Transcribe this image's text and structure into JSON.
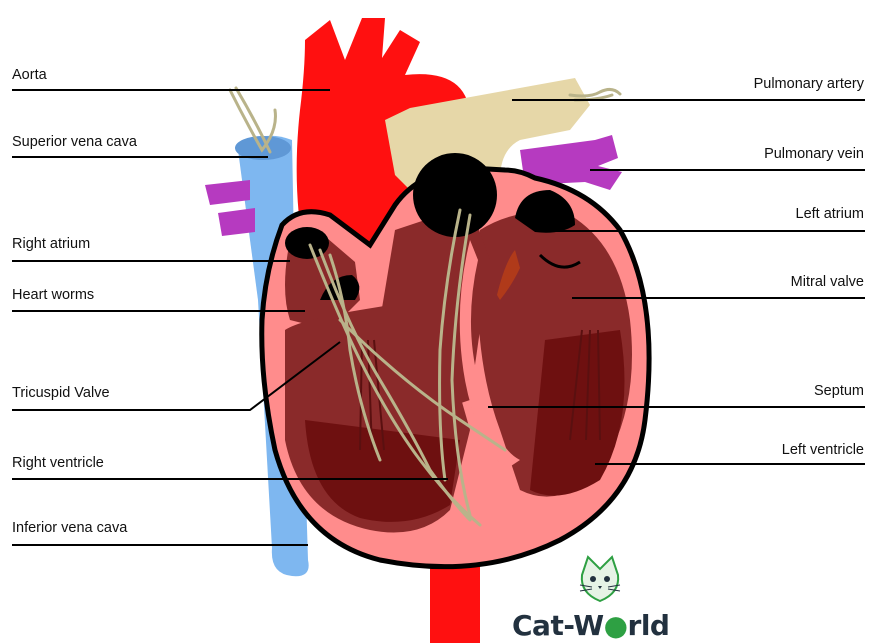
{
  "labels": {
    "left": [
      "Aorta",
      "Superior vena cava",
      "Right atrium",
      "Heart worms",
      "Tricuspid Valve",
      "Right ventricle",
      "Inferior vena cava"
    ],
    "right": [
      "Pulmonary artery",
      "Pulmonary vein",
      "Left atrium",
      "Mitral valve",
      "Septum",
      "Left ventricle"
    ]
  },
  "watermark": {
    "brand_part1": "Cat-W",
    "brand_part2": "rld",
    "icon": "cat-face-icon"
  },
  "colors": {
    "aorta": "#ff1010",
    "vena_cava": "#7eb7f0",
    "pulmonary_artery": "#e6d7a8",
    "pulmonary_vein": "#b63ac0",
    "heart_outer": "#ff8c8c",
    "heart_inner": "#8a2a2a",
    "worms": "#b9b38a",
    "brand_green": "#2ea043"
  }
}
